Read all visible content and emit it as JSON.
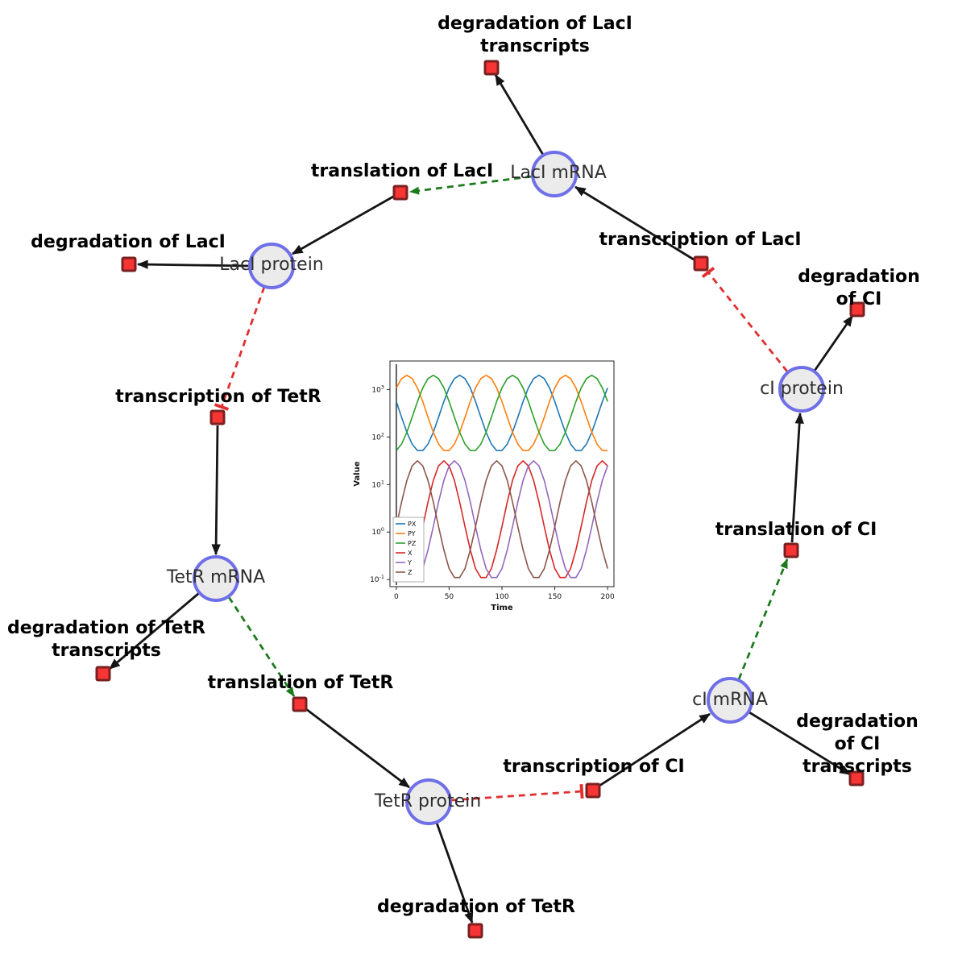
{
  "network": {
    "species": [
      {
        "id": "laci-mrna",
        "label": "LacI mRNA"
      },
      {
        "id": "laci-protein",
        "label": "LacI protein"
      },
      {
        "id": "ci-protein",
        "label": "cI protein"
      },
      {
        "id": "tetr-mrna",
        "label": "TetR mRNA"
      },
      {
        "id": "ci-mrna",
        "label": "cI mRNA"
      },
      {
        "id": "tetr-protein",
        "label": "TetR protein"
      }
    ],
    "reactions": [
      {
        "id": "deg-laci-tx",
        "label": "degradation of LacI\ntranscripts"
      },
      {
        "id": "translation-laci",
        "label": "translation of LacI"
      },
      {
        "id": "deg-laci",
        "label": "degradation of LacI"
      },
      {
        "id": "transcription-laci",
        "label": "transcription of LacI"
      },
      {
        "id": "deg-ci",
        "label": "degradation of CI"
      },
      {
        "id": "transcription-tetr",
        "label": "transcription of TetR"
      },
      {
        "id": "deg-tetr-tx",
        "label": "degradation of TetR\ntranscripts"
      },
      {
        "id": "translation-tetr",
        "label": "translation of TetR"
      },
      {
        "id": "deg-tetr",
        "label": "degradation of TetR"
      },
      {
        "id": "transcription-ci",
        "label": "transcription of CI"
      },
      {
        "id": "deg-ci-tx",
        "label": "degradation of CI\ntranscripts"
      },
      {
        "id": "translation-ci",
        "label": "translation of CI"
      }
    ],
    "edges": [
      {
        "from": "LacI mRNA",
        "to": "degradation of LacI transcripts",
        "type": "reactant"
      },
      {
        "from": "LacI mRNA",
        "to": "translation of LacI",
        "type": "modifier"
      },
      {
        "from": "translation of LacI",
        "to": "LacI protein",
        "type": "product"
      },
      {
        "from": "LacI protein",
        "to": "degradation of LacI",
        "type": "reactant"
      },
      {
        "from": "LacI protein",
        "to": "transcription of TetR",
        "type": "inhibition"
      },
      {
        "from": "transcription of TetR",
        "to": "TetR mRNA",
        "type": "product"
      },
      {
        "from": "TetR mRNA",
        "to": "degradation of TetR transcripts",
        "type": "reactant"
      },
      {
        "from": "TetR mRNA",
        "to": "translation of TetR",
        "type": "modifier"
      },
      {
        "from": "translation of TetR",
        "to": "TetR protein",
        "type": "product"
      },
      {
        "from": "TetR protein",
        "to": "degradation of TetR",
        "type": "reactant"
      },
      {
        "from": "TetR protein",
        "to": "transcription of CI",
        "type": "inhibition"
      },
      {
        "from": "transcription of CI",
        "to": "cI mRNA",
        "type": "product"
      },
      {
        "from": "cI mRNA",
        "to": "degradation of CI transcripts",
        "type": "reactant"
      },
      {
        "from": "cI mRNA",
        "to": "translation of CI",
        "type": "modifier"
      },
      {
        "from": "translation of CI",
        "to": "cI protein",
        "type": "product"
      },
      {
        "from": "cI protein",
        "to": "degradation of CI",
        "type": "reactant"
      },
      {
        "from": "cI protein",
        "to": "transcription of LacI",
        "type": "inhibition"
      },
      {
        "from": "transcription of LacI",
        "to": "LacI mRNA",
        "type": "product"
      }
    ],
    "colors": {
      "species_fill": "#ebebeb",
      "species_border": "#6f6fe8",
      "reaction_fill": "#f83535",
      "reaction_border": "#7a2020",
      "edge": "#151515",
      "modifier_edge": "#1d7a1d",
      "inhibition_edge": "#e12f2f"
    }
  },
  "chart_data": {
    "type": "line",
    "title": "",
    "xlabel": "Time",
    "ylabel": "Value",
    "y_scale": "log",
    "xlim": [
      -6,
      206
    ],
    "ylim": [
      0.07,
      4000
    ],
    "x_ticks": [
      0,
      50,
      100,
      150,
      200
    ],
    "y_tick_exponents": [
      -1,
      0,
      1,
      2,
      3
    ],
    "legend_position": "lower left",
    "x_start": 0,
    "x_step": 5,
    "series": [
      {
        "name": "PX",
        "color": "#1f77b4",
        "values": [
          558,
          261,
          126,
          71,
          52,
          52,
          71,
          126,
          261,
          558,
          1084,
          1702,
          1995,
          1702,
          1084,
          558,
          261,
          126,
          71,
          52,
          52,
          71,
          126,
          261,
          558,
          1084,
          1702,
          1995,
          1702,
          1084,
          558,
          261,
          126,
          71,
          52,
          52,
          71,
          126,
          261,
          558,
          1084
        ]
      },
      {
        "name": "PY",
        "color": "#ff7f0e",
        "values": [
          1084,
          1702,
          1995,
          1702,
          1084,
          558,
          261,
          126,
          71,
          52,
          52,
          71,
          126,
          261,
          558,
          1084,
          1702,
          1995,
          1702,
          1084,
          558,
          261,
          126,
          71,
          52,
          52,
          71,
          126,
          261,
          558,
          1084,
          1702,
          1995,
          1702,
          1084,
          558,
          261,
          126,
          71,
          52,
          52
        ]
      },
      {
        "name": "PZ",
        "color": "#2ca02c",
        "values": [
          52,
          71,
          126,
          261,
          558,
          1084,
          1702,
          1995,
          1702,
          1084,
          558,
          261,
          126,
          71,
          52,
          52,
          71,
          126,
          261,
          558,
          1084,
          1702,
          1995,
          1702,
          1084,
          558,
          261,
          126,
          71,
          52,
          52,
          71,
          126,
          261,
          558,
          1084,
          1702,
          1995,
          1702,
          1084,
          558
        ]
      },
      {
        "name": "X",
        "color": "#d62728",
        "values": [
          0.17,
          0.11,
          0.11,
          0.17,
          0.42,
          1.3,
          4.3,
          12.2,
          24.6,
          31.6,
          24.6,
          12.2,
          4.3,
          1.3,
          0.42,
          0.17,
          0.11,
          0.11,
          0.17,
          0.42,
          1.3,
          4.3,
          12.2,
          24.6,
          31.6,
          24.6,
          12.2,
          4.3,
          1.3,
          0.42,
          0.17,
          0.11,
          0.11,
          0.17,
          0.42,
          1.3,
          4.3,
          12.2,
          24.6,
          31.6,
          24.6
        ]
      },
      {
        "name": "Y",
        "color": "#9467bd",
        "values": [
          1.3,
          0.42,
          0.17,
          0.11,
          0.11,
          0.17,
          0.42,
          1.3,
          4.3,
          12.2,
          24.6,
          31.6,
          24.6,
          12.2,
          4.3,
          1.3,
          0.42,
          0.17,
          0.11,
          0.11,
          0.17,
          0.42,
          1.3,
          4.3,
          12.2,
          24.6,
          31.6,
          24.6,
          12.2,
          4.3,
          1.3,
          0.42,
          0.17,
          0.11,
          0.11,
          0.17,
          0.42,
          1.3,
          4.3,
          12.2,
          24.6
        ]
      },
      {
        "name": "Z",
        "color": "#8c564b",
        "values": [
          1.3,
          4.3,
          12.2,
          24.6,
          31.6,
          24.6,
          12.2,
          4.3,
          1.3,
          0.42,
          0.17,
          0.11,
          0.11,
          0.17,
          0.42,
          1.3,
          4.3,
          12.2,
          24.6,
          31.6,
          24.6,
          12.2,
          4.3,
          1.3,
          0.42,
          0.17,
          0.11,
          0.11,
          0.17,
          0.42,
          1.3,
          4.3,
          12.2,
          24.6,
          31.6,
          24.6,
          12.2,
          4.3,
          1.3,
          0.42,
          0.17
        ]
      }
    ]
  }
}
